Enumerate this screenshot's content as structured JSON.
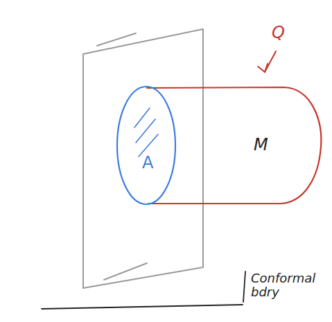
{
  "diagram": {
    "nodes": [
      {
        "text": [
          "A"
        ]
      }
    ],
    "labels": [
      "Q",
      "M",
      "Conformal bdry"
    ]
  }
}
